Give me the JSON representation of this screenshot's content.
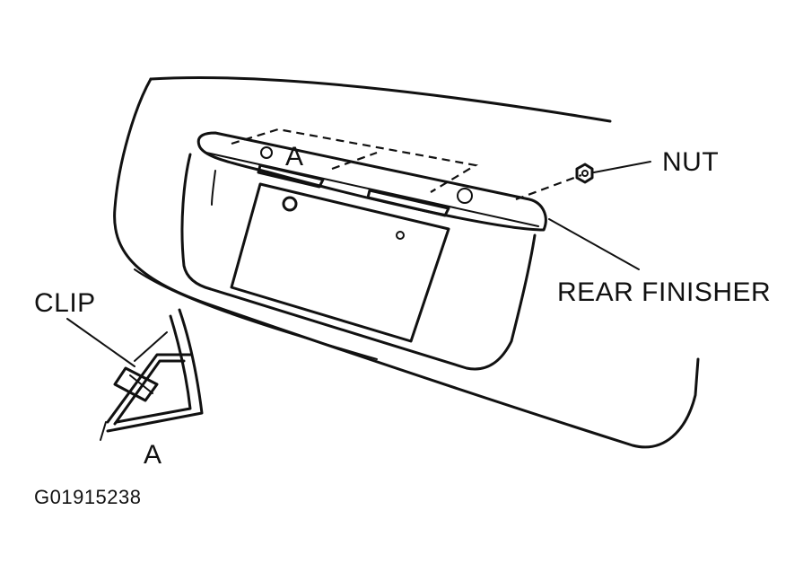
{
  "labels": {
    "nut": "NUT",
    "rear_finisher": "REAR FINISHER",
    "clip": "CLIP",
    "a_top": "A",
    "a_bottom": "A",
    "figure_code": "G01915238"
  },
  "colors": {
    "ink": "#111111",
    "background": "#ffffff"
  }
}
